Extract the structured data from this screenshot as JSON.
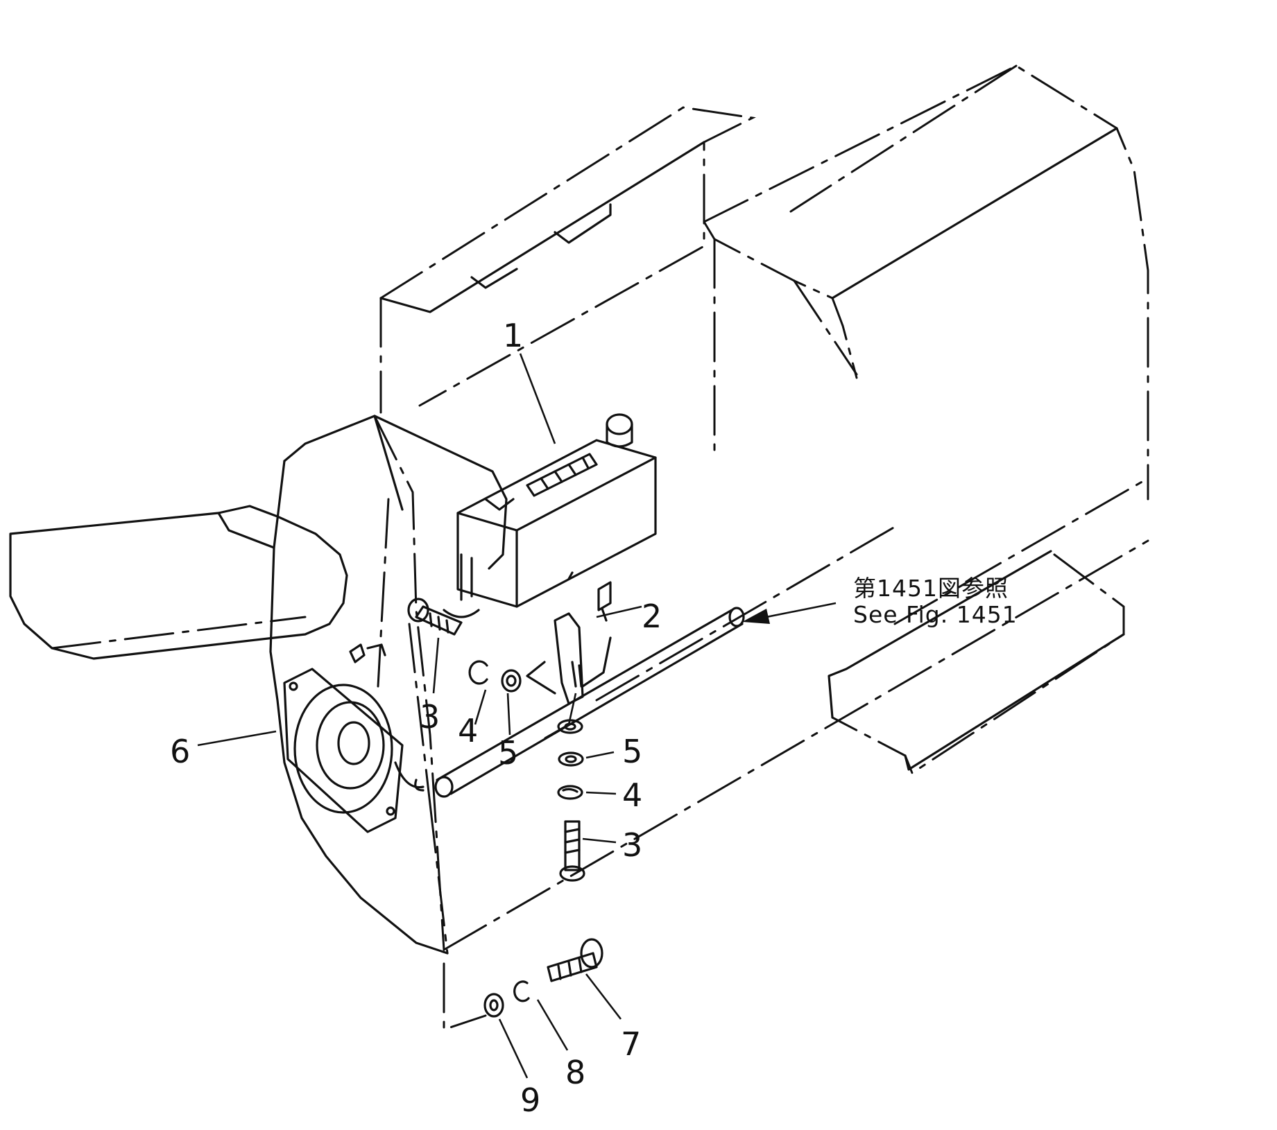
{
  "callouts": {
    "c1": "1",
    "c2": "2",
    "c3a": "3",
    "c3b": "3",
    "c4a": "4",
    "c4b": "4",
    "c5a": "5",
    "c5b": "5",
    "c6": "6",
    "c7": "7",
    "c8": "8",
    "c9": "9"
  },
  "reference": {
    "jp": "第1451図参照",
    "en": "See Fig. 1451"
  }
}
